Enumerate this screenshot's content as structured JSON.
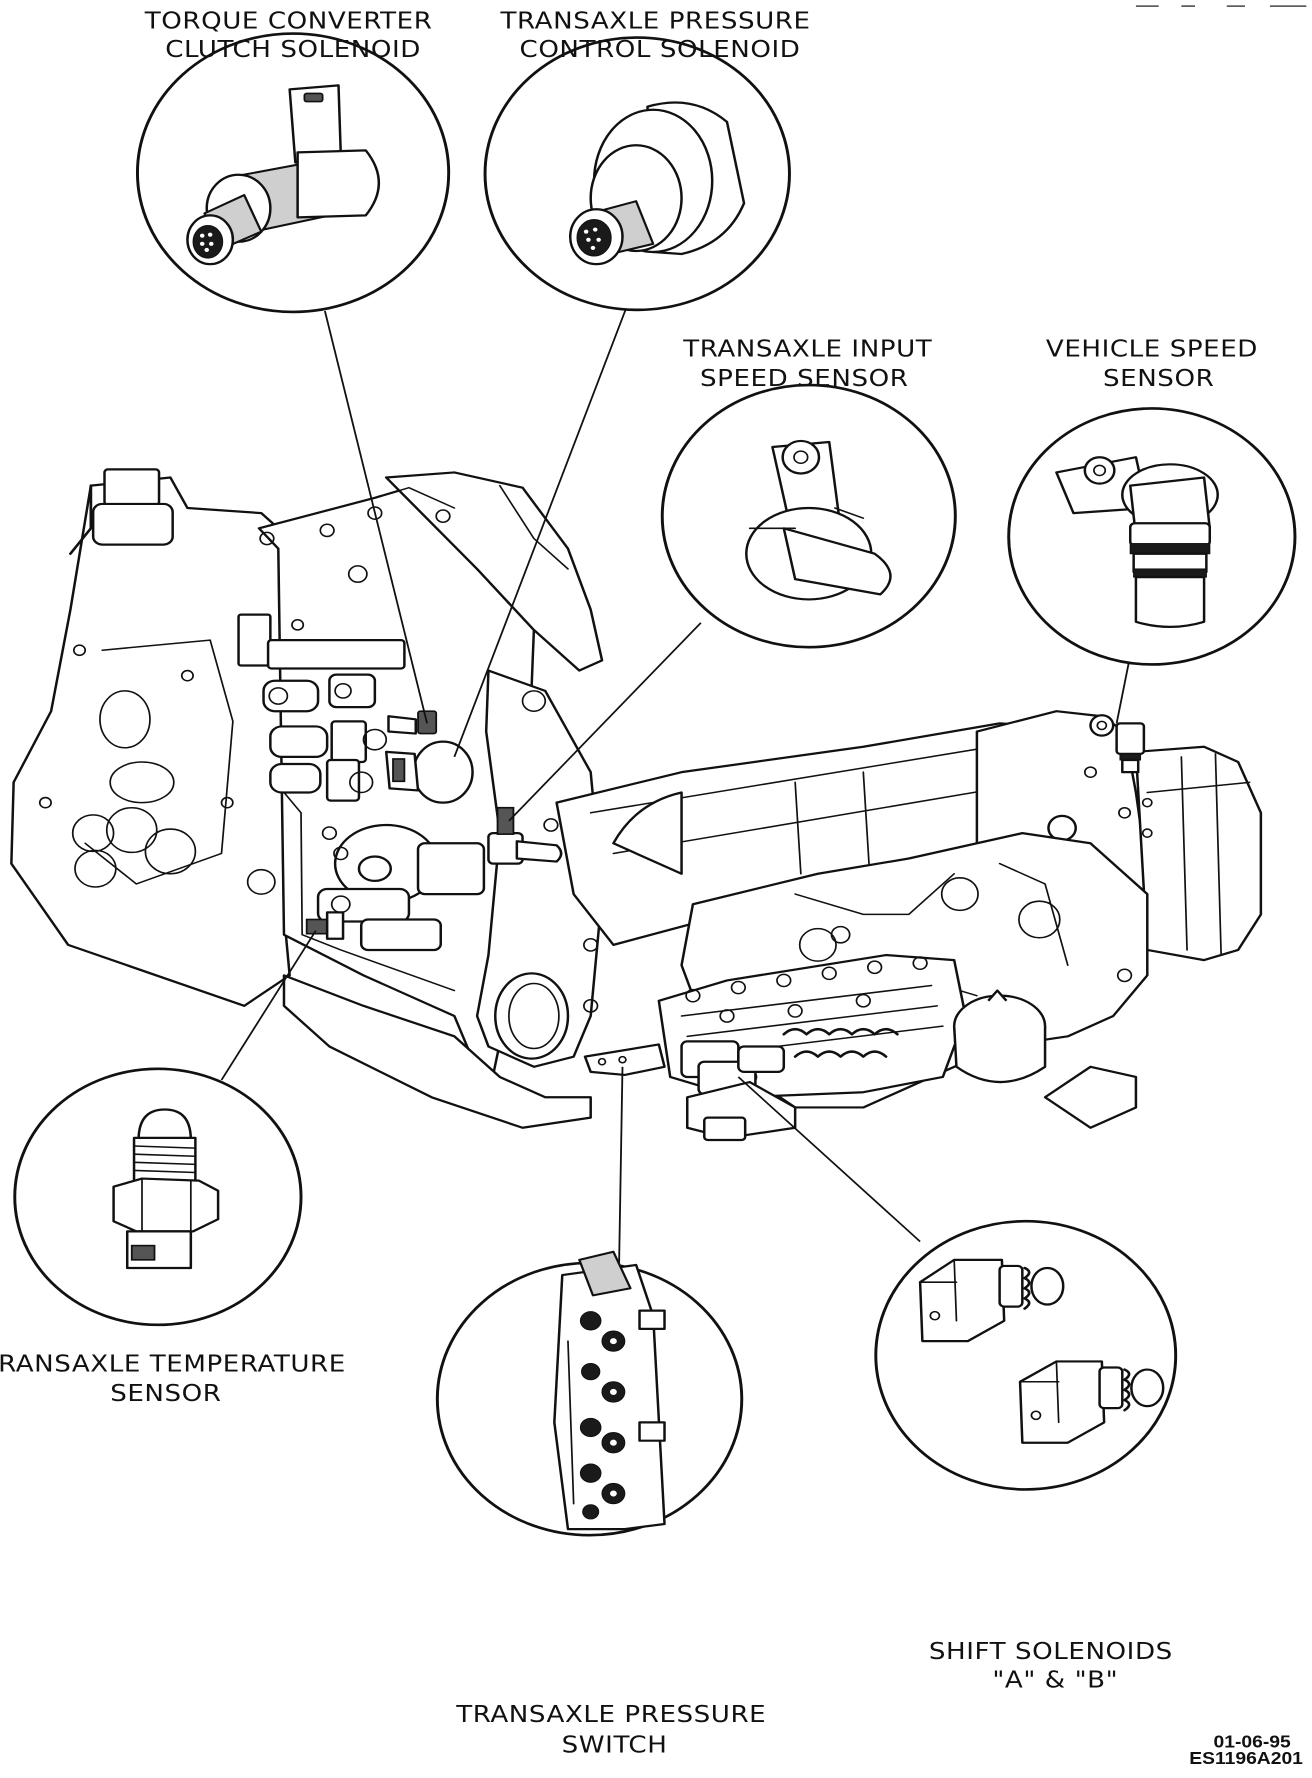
{
  "labels": {
    "torque_converter_clutch_solenoid": [
      "TORQUE CONVERTER",
      "CLUTCH SOLENOID"
    ],
    "transaxle_pressure_control_solenoid": [
      "TRANSAXLE PRESSURE",
      "CONTROL SOLENOID"
    ],
    "transaxle_input_speed_sensor": [
      "TRANSAXLE INPUT",
      "SPEED SENSOR"
    ],
    "vehicle_speed_sensor": [
      "VEHICLE SPEED",
      "SENSOR"
    ],
    "transaxle_temperature_sensor": [
      "TRANSAXLE TEMPERATURE",
      "SENSOR"
    ],
    "transaxle_pressure_switch": [
      "TRANSAXLE PRESSURE",
      "SWITCH"
    ],
    "shift_solenoids": [
      "SHIFT SOLENOIDS",
      "\"A\" & \"B\""
    ]
  },
  "figure_code": [
    "01-06-95",
    "ES1196A201"
  ]
}
